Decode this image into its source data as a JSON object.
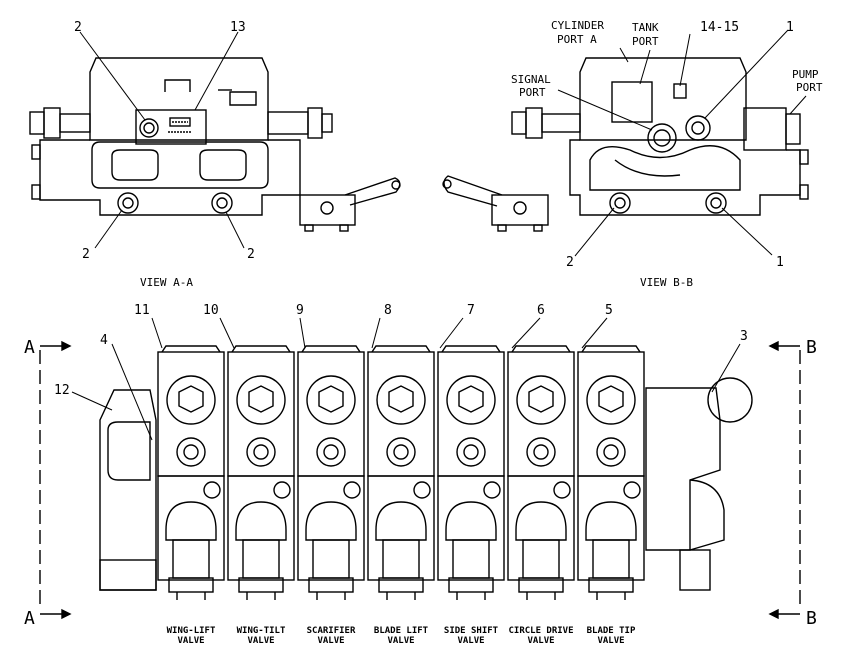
{
  "callouts": {
    "c2_top": "2",
    "c13": "13",
    "c2_bl": "2",
    "c2_br": "2",
    "c14_15": "14-15",
    "c1_top": "1",
    "c2_b": "2",
    "c1_b": "1",
    "c11": "11",
    "c10": "10",
    "c9": "9",
    "c8": "8",
    "c7": "7",
    "c6": "6",
    "c5": "5",
    "c4": "4",
    "c3": "3",
    "c12": "12"
  },
  "port_labels": {
    "cylinder_1": "CYLINDER",
    "cylinder_2": "PORT A",
    "tank_1": "TANK",
    "tank_2": "PORT",
    "signal_1": "SIGNAL",
    "signal_2": "PORT",
    "pump_1": "PUMP",
    "pump_2": "PORT"
  },
  "views": {
    "view_aa": "VIEW A-A",
    "view_bb": "VIEW B-B"
  },
  "section_marks": {
    "a_top": "A",
    "a_bottom": "A",
    "b_top": "B",
    "b_bottom": "B"
  },
  "valves": [
    {
      "line1": "WING-LIFT",
      "line2": "VALVE"
    },
    {
      "line1": "WING-TILT",
      "line2": "VALVE"
    },
    {
      "line1": "SCARIFIER",
      "line2": "VALVE"
    },
    {
      "line1": "BLADE LIFT",
      "line2": "VALVE"
    },
    {
      "line1": "SIDE SHIFT",
      "line2": "VALVE"
    },
    {
      "line1": "CIRCLE DRIVE",
      "line2": "VALVE"
    },
    {
      "line1": "BLADE TIP",
      "line2": "VALVE"
    }
  ]
}
